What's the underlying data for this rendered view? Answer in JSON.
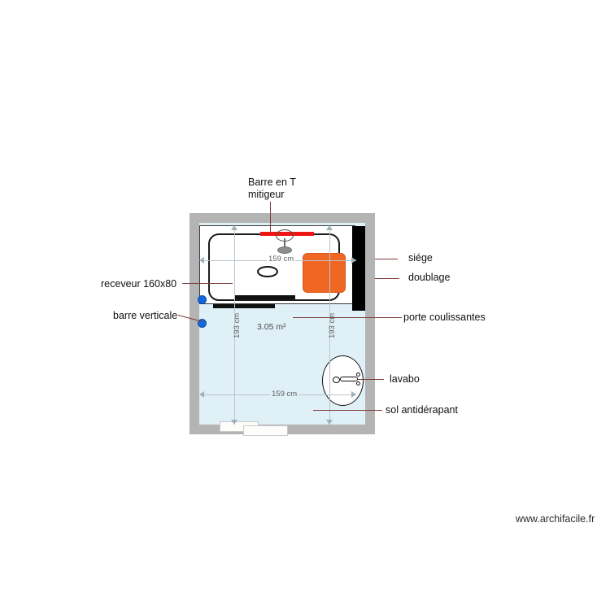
{
  "plan": {
    "title_watermark": "www.archifacile.fr",
    "area_label": "3.05 m²",
    "dimensions": {
      "shower_width": "159 cm",
      "room_width": "159 cm",
      "room_height_left": "193 cm",
      "room_height_right": "193 cm"
    },
    "annotations": {
      "top": {
        "line1": "Barre en T",
        "line2": "mitigeur"
      },
      "left": [
        {
          "label": "receveur 160x80"
        },
        {
          "label": "barre verticale"
        }
      ],
      "right": [
        {
          "label": "siége"
        },
        {
          "label": "doublage"
        },
        {
          "label": "porte coulissantes"
        },
        {
          "label": "lavabo"
        },
        {
          "label": "sol antidérapant"
        }
      ]
    },
    "colors": {
      "wall": "#b4b4b4",
      "floor": "#dff0f7",
      "seat": "#f06724",
      "doublage": "#000000",
      "bar_t": "#f01515",
      "grab_bar_dot": "#1268df",
      "leader": "#7d3b3b"
    }
  }
}
